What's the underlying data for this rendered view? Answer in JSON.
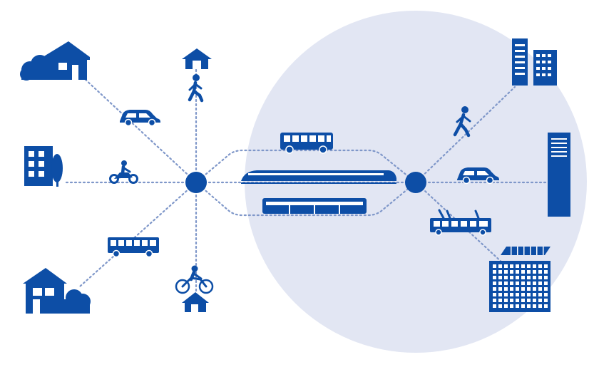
{
  "diagram": {
    "colors": {
      "primary": "#0d4ea6",
      "dotted_line": "#7f97c9",
      "zone_fill": "#e2e6f3",
      "background": "#ffffff"
    },
    "nodes": [
      {
        "name": "origin-hub",
        "kind": "hub"
      },
      {
        "name": "destination-hub",
        "kind": "hub"
      }
    ],
    "origin_side": {
      "spokes": [
        {
          "place": "house-with-trees-icon",
          "mode": "car-icon"
        },
        {
          "place": "home-icon",
          "mode": "pedestrian-icon"
        },
        {
          "place": "apartment-building-icon",
          "mode": "motorcycle-icon"
        },
        {
          "place": "house-with-bush-icon",
          "mode": "bus-icon"
        },
        {
          "place": "home-icon",
          "mode": "bicycle-icon"
        }
      ]
    },
    "trunk": {
      "modes": [
        "bus-icon",
        "high-speed-train-icon",
        "regional-train-icon"
      ]
    },
    "destination_side": {
      "spokes": [
        {
          "place": "office-towers-icon",
          "mode": "pedestrian-icon"
        },
        {
          "place": "tall-tower-icon",
          "mode": "car-icon"
        },
        {
          "place": "solar-office-block-icon",
          "mode": "tram-icon"
        }
      ]
    }
  }
}
